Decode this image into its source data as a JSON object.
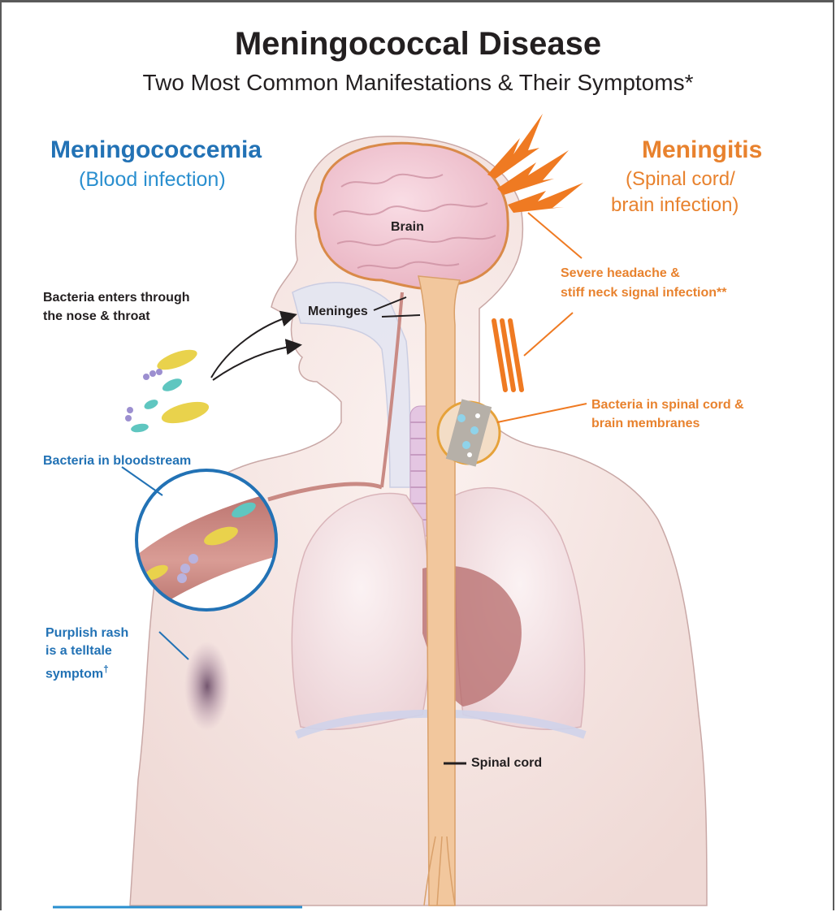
{
  "title": "Meningococcal Disease",
  "subtitle": "Two Most Common Manifestations & Their Symptoms*",
  "left_panel": {
    "heading": "Meningococcemia",
    "subheading": "(Blood infection)"
  },
  "right_panel": {
    "heading": "Meningitis",
    "subheading_line1": "(Spinal cord/",
    "subheading_line2": "brain infection)"
  },
  "labels": {
    "brain": "Brain",
    "meninges": "Meninges",
    "spinal_cord": "Spinal cord",
    "bacteria_enters_line1": "Bacteria enters through",
    "bacteria_enters_line2": "the nose & throat",
    "bloodstream": "Bacteria in bloodstream",
    "rash_line1": "Purplish rash",
    "rash_line2": "is a telltale",
    "rash_line3": "symptom",
    "rash_dagger": "†",
    "headache_line1": "Severe headache &",
    "headache_line2": "stiff neck signal infection**",
    "spinal_bacteria_line1": "Bacteria in spinal cord &",
    "spinal_bacteria_line2": "brain membranes"
  },
  "colors": {
    "blue": "#2272b5",
    "orange": "#e8822e",
    "text": "#231f20",
    "skin": "#f6e6e3"
  }
}
